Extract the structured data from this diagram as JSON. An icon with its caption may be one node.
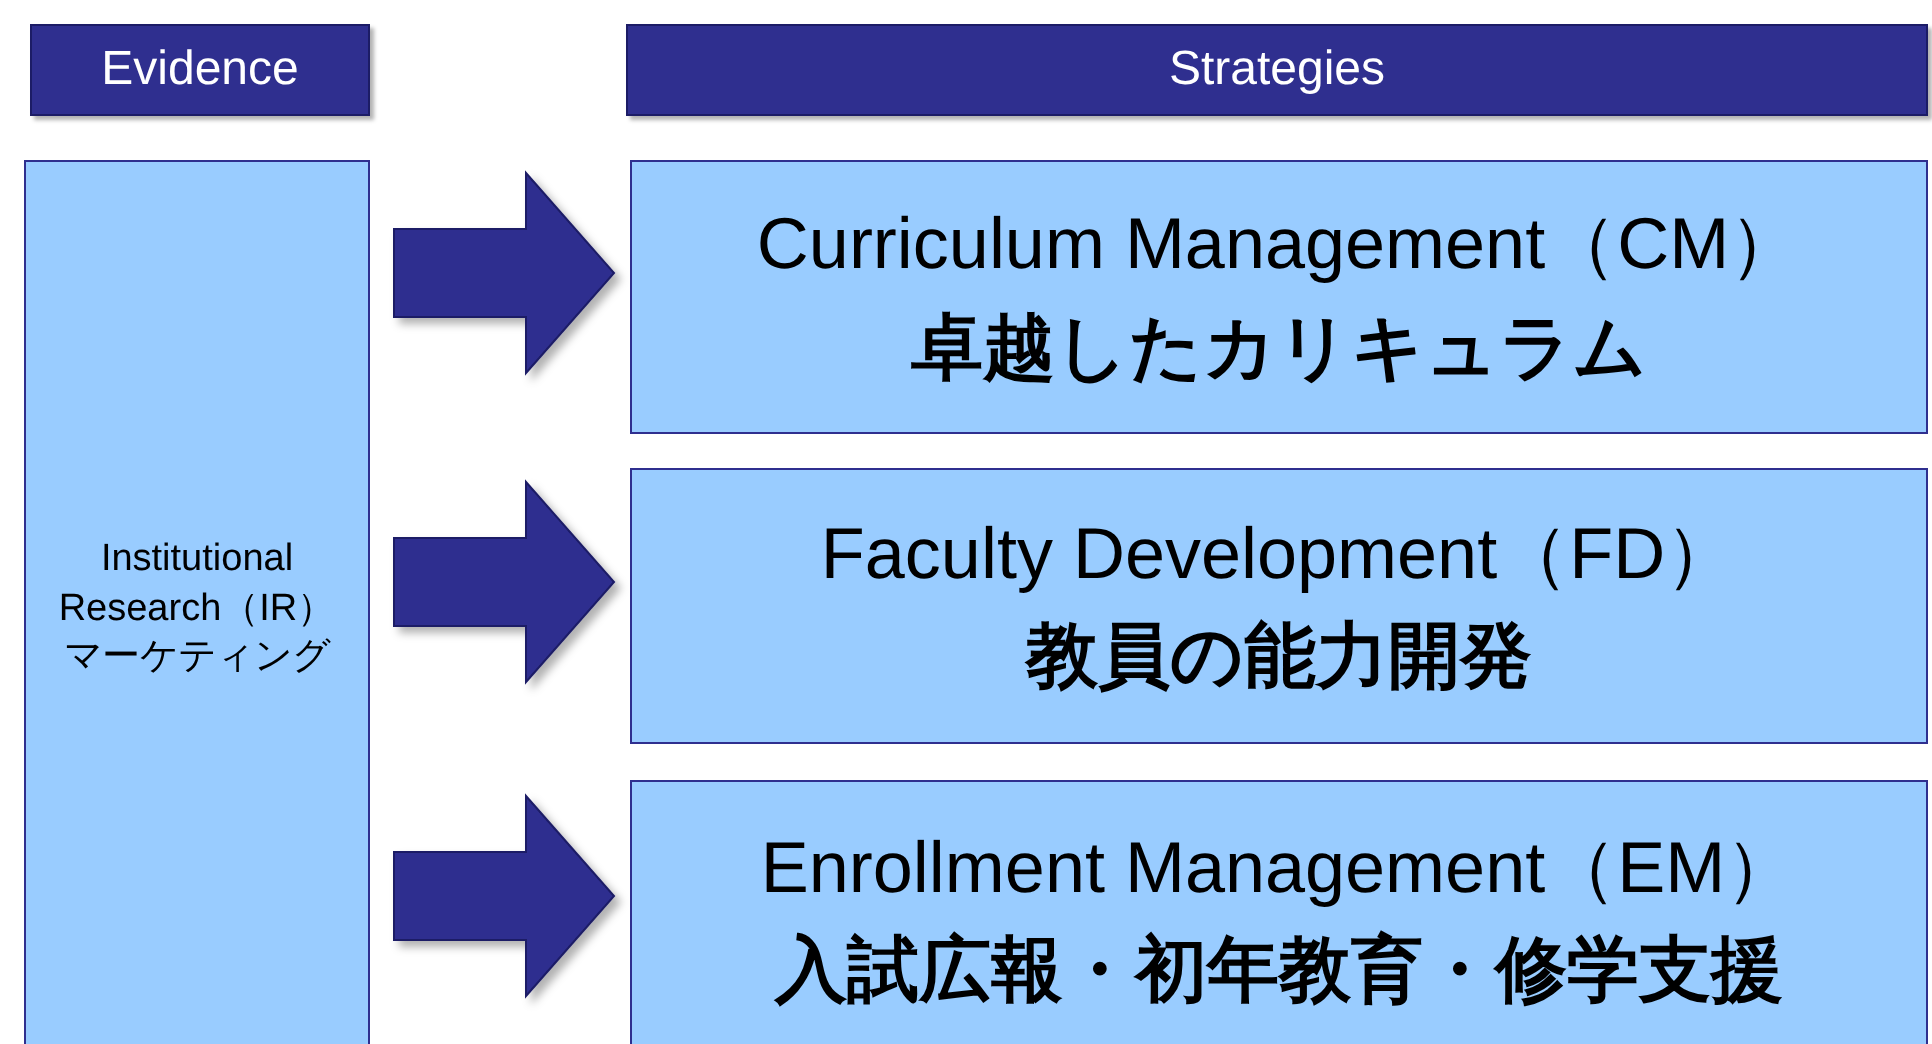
{
  "diagram": {
    "nodes": [
      {
        "text": [
          "Evidence"
        ]
      },
      {
        "text": [
          "Strategies"
        ]
      },
      {
        "text": [
          "Institutional Research（IR）",
          "マーケティング"
        ]
      },
      {
        "text": [
          "Curriculum Management（CM）",
          "卓越したカリキュラム"
        ]
      },
      {
        "text": [
          "Faculty Development（FD）",
          "教員の能力開発"
        ]
      },
      {
        "text": [
          "Enrollment Management（EM）",
          "入試広報・初年教育・修学支援"
        ]
      }
    ],
    "edges": [
      {
        "from": 2,
        "to": 3,
        "arrow": "to"
      },
      {
        "from": 2,
        "to": 4,
        "arrow": "to"
      },
      {
        "from": 2,
        "to": 5,
        "arrow": "to"
      }
    ]
  }
}
